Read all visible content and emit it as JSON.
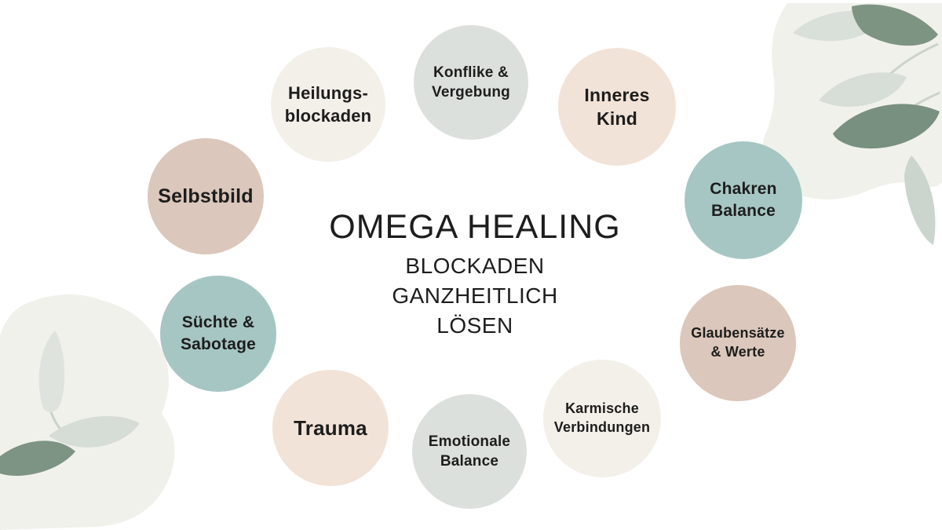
{
  "page": {
    "background": "#ffffff",
    "text_color": "#1d1d1d"
  },
  "palette": {
    "teal": "#a6c6c3",
    "dusty_rose": "#dbc7bb",
    "peach": "#f2e3d8",
    "sage_gray": "#dce0dd",
    "cream": "#f3f0ea",
    "leaf_light": "#d9dfd9",
    "leaf_medium": "#c8d1c9",
    "leaf_dark": "#7e9483",
    "watercolor_wash": "#f1f1ec"
  },
  "center": {
    "title": "OMEGA HEALING",
    "subtitle_lines": [
      "BLOCKADEN",
      "GANZHEITLICH",
      "LÖSEN"
    ]
  },
  "circles": [
    {
      "name": "konflike-vergebung",
      "lines": [
        "Konflike &",
        "Vergebung"
      ],
      "color": "#dce0dd"
    },
    {
      "name": "inneres-kind",
      "lines": [
        "Inneres",
        "Kind"
      ],
      "color": "#f2e3d8"
    },
    {
      "name": "chakren-balance",
      "lines": [
        "Chakren",
        "Balance"
      ],
      "color": "#a6c6c3"
    },
    {
      "name": "glaubensaetze-werte",
      "lines": [
        "Glaubensätze",
        "& Werte"
      ],
      "color": "#dbc7bb"
    },
    {
      "name": "karmische-verbindungen",
      "lines": [
        "Karmische",
        "Verbindungen"
      ],
      "color": "#f3f0ea"
    },
    {
      "name": "emotionale-balance",
      "lines": [
        "Emotionale",
        "Balance"
      ],
      "color": "#dce0dd"
    },
    {
      "name": "trauma",
      "lines": [
        "Trauma"
      ],
      "color": "#f2e3d8"
    },
    {
      "name": "suechte-sabotage",
      "lines": [
        "Süchte &",
        "Sabotage"
      ],
      "color": "#a6c6c3"
    },
    {
      "name": "selbstbild",
      "lines": [
        "Selbstbild"
      ],
      "color": "#dbc7bb"
    },
    {
      "name": "heilungsblockaden",
      "lines": [
        "Heilungs-",
        "blockaden"
      ],
      "color": "#f3f0ea"
    }
  ]
}
